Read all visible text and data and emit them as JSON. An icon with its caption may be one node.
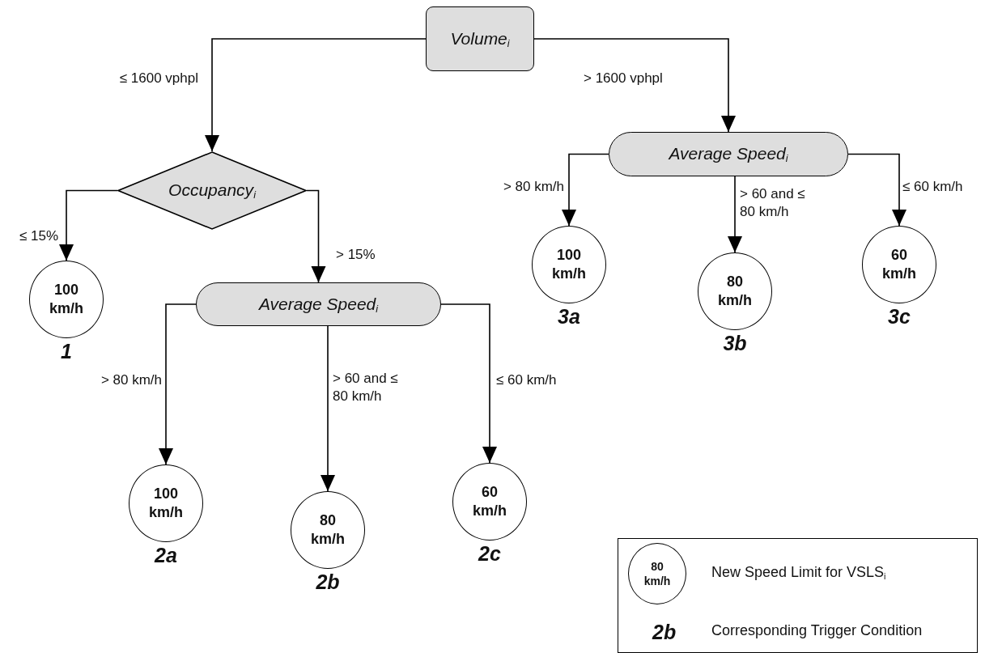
{
  "diagram": {
    "nodes": [
      {
        "text": [
          "Volume$_{i}$"
        ]
      },
      {
        "text": [
          "Occupancy$_{i}$"
        ]
      },
      {
        "text": [
          "100 km/h"
        ],
        "beside": [
          "1"
        ]
      },
      {
        "text": [
          "Average Speed$_{i}$"
        ]
      },
      {
        "text": [
          "100 km/h"
        ],
        "beside": [
          "2a"
        ]
      },
      {
        "text": [
          "80 km/h"
        ],
        "beside": [
          "2b"
        ]
      },
      {
        "text": [
          "60 km/h"
        ],
        "beside": [
          "2c"
        ]
      },
      {
        "text": [
          "Average Speed$_{i}$"
        ]
      },
      {
        "text": [
          "100 km/h"
        ],
        "beside": [
          "3a"
        ]
      },
      {
        "text": [
          "80 km/h"
        ],
        "beside": [
          "3b"
        ]
      },
      {
        "text": [
          "60 km/h"
        ],
        "beside": [
          "3c"
        ]
      },
      {
        "text": [],
        "shape": "box"
      },
      {
        "text": [
          "80 km/h"
        ],
        "beside": [
          "New Speed Limit for VSLS$_{i}$"
        ],
        "in": 11
      }
    ],
    "edges": [
      {
        "from": 0,
        "to": 1,
        "arrow": "to",
        "label": "≤ 1600 vphpl"
      },
      {
        "from": 0,
        "to": 7,
        "arrow": "to",
        "label": "> 1600 vphpl"
      },
      {
        "from": 1,
        "to": 2,
        "arrow": "to",
        "label": "≤ 15%"
      },
      {
        "from": 1,
        "to": 3,
        "arrow": "to",
        "label": "> 15%"
      },
      {
        "from": 3,
        "to": 4,
        "arrow": "to",
        "label": "> 80 km/h"
      },
      {
        "from": 3,
        "to": 5,
        "arrow": "to",
        "label": "> 60 and ≤ 80 km/h"
      },
      {
        "from": 3,
        "to": 6,
        "arrow": "to",
        "label": "≤ 60 km/h"
      },
      {
        "from": 7,
        "to": 8,
        "arrow": "to",
        "label": "> 80 km/h"
      },
      {
        "from": 7,
        "to": 9,
        "arrow": "to",
        "label": "> 60 and ≤ 80 km/h"
      },
      {
        "from": 7,
        "to": 10,
        "arrow": "to",
        "label": "≤ 60 km/h"
      }
    ],
    "labels": [
      "2b",
      "Corresponding Trigger Condition"
    ]
  }
}
